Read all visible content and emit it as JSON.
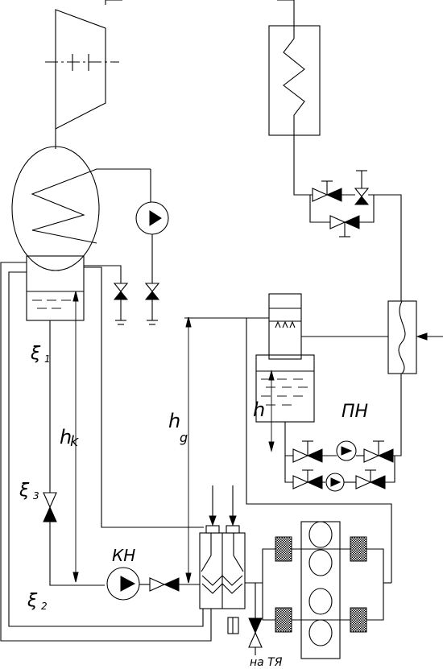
{
  "labels": {
    "xi1": "ξ",
    "xi1_sub": "1",
    "xi3": "ξ",
    "xi3_sub": "3",
    "xi2": "ξ",
    "xi2_sub": "2",
    "hk": "h",
    "hk_sub": "k",
    "hg": "h",
    "hg_sub": "g",
    "h": "h",
    "pn": "ПН",
    "kn": "КН",
    "na_tya": "на ТЯ"
  }
}
